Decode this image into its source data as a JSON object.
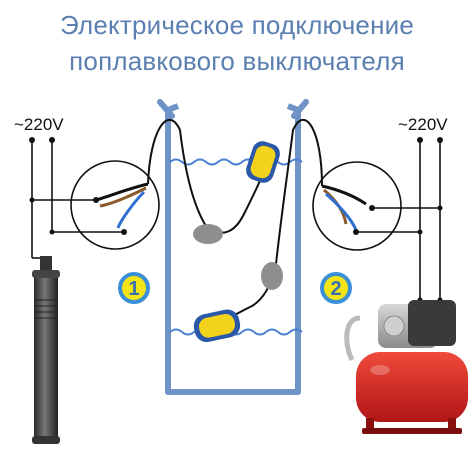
{
  "title": {
    "line1": "Электрическое подключение",
    "line2": "поплавкового выключателя"
  },
  "voltage_left": "~220V",
  "voltage_right": "~220V",
  "badge_1": "1",
  "badge_2": "2",
  "colors": {
    "title": "#5b7fb0",
    "tank_outline": "#6f93c6",
    "water_wave": "#4a7fd4",
    "float_yellow": "#f3d21b",
    "float_blue": "#2a57a8",
    "float_weight": "#8e8e8e",
    "badge_fill": "#f2e416",
    "badge_ring": "#3a8fd6",
    "wire": "#111111",
    "pump_body": "#d32020"
  }
}
